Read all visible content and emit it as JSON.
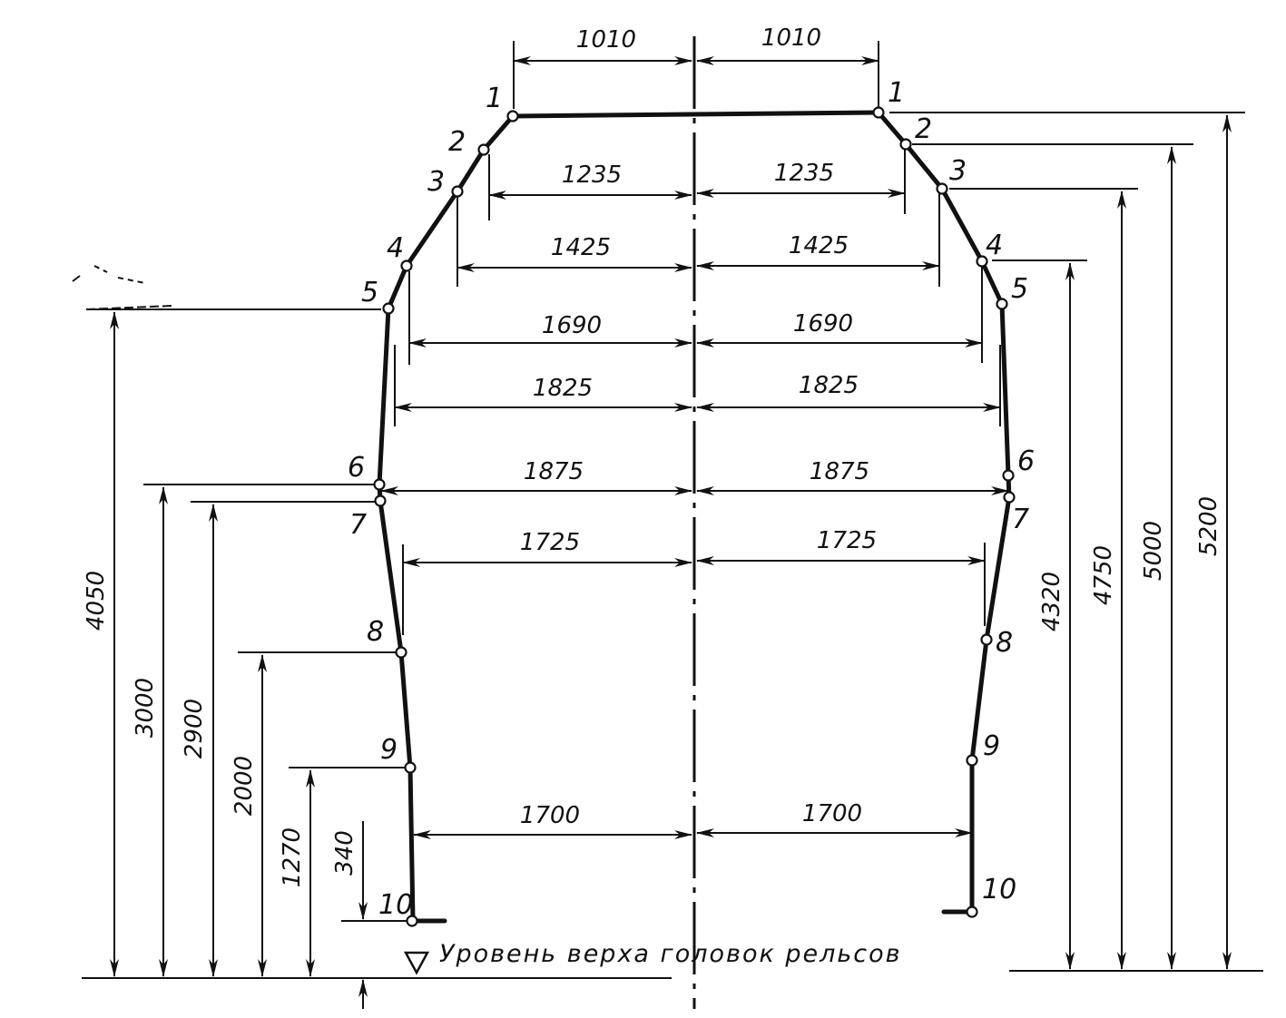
{
  "diagram": {
    "caption": "Уровень верха головок рельсов",
    "point_labels": [
      "1",
      "2",
      "3",
      "4",
      "5",
      "6",
      "7",
      "8",
      "9",
      "10"
    ],
    "half_widths": [
      {
        "id": "w1",
        "left": "1010",
        "right": "1010"
      },
      {
        "id": "w2",
        "left": "1235",
        "right": "1235"
      },
      {
        "id": "w3",
        "left": "1425",
        "right": "1425"
      },
      {
        "id": "w4",
        "left": "1690",
        "right": "1690"
      },
      {
        "id": "w5",
        "left": "1825",
        "right": "1825"
      },
      {
        "id": "w6",
        "left": "1875",
        "right": "1875"
      },
      {
        "id": "w7",
        "left": "1725",
        "right": "1725"
      },
      {
        "id": "w10",
        "left": "1700",
        "right": "1700"
      }
    ],
    "left_heights": [
      "4050",
      "3000",
      "2900",
      "2000",
      "1270",
      "340"
    ],
    "right_heights": [
      "4320",
      "4750",
      "5000",
      "5200"
    ]
  }
}
